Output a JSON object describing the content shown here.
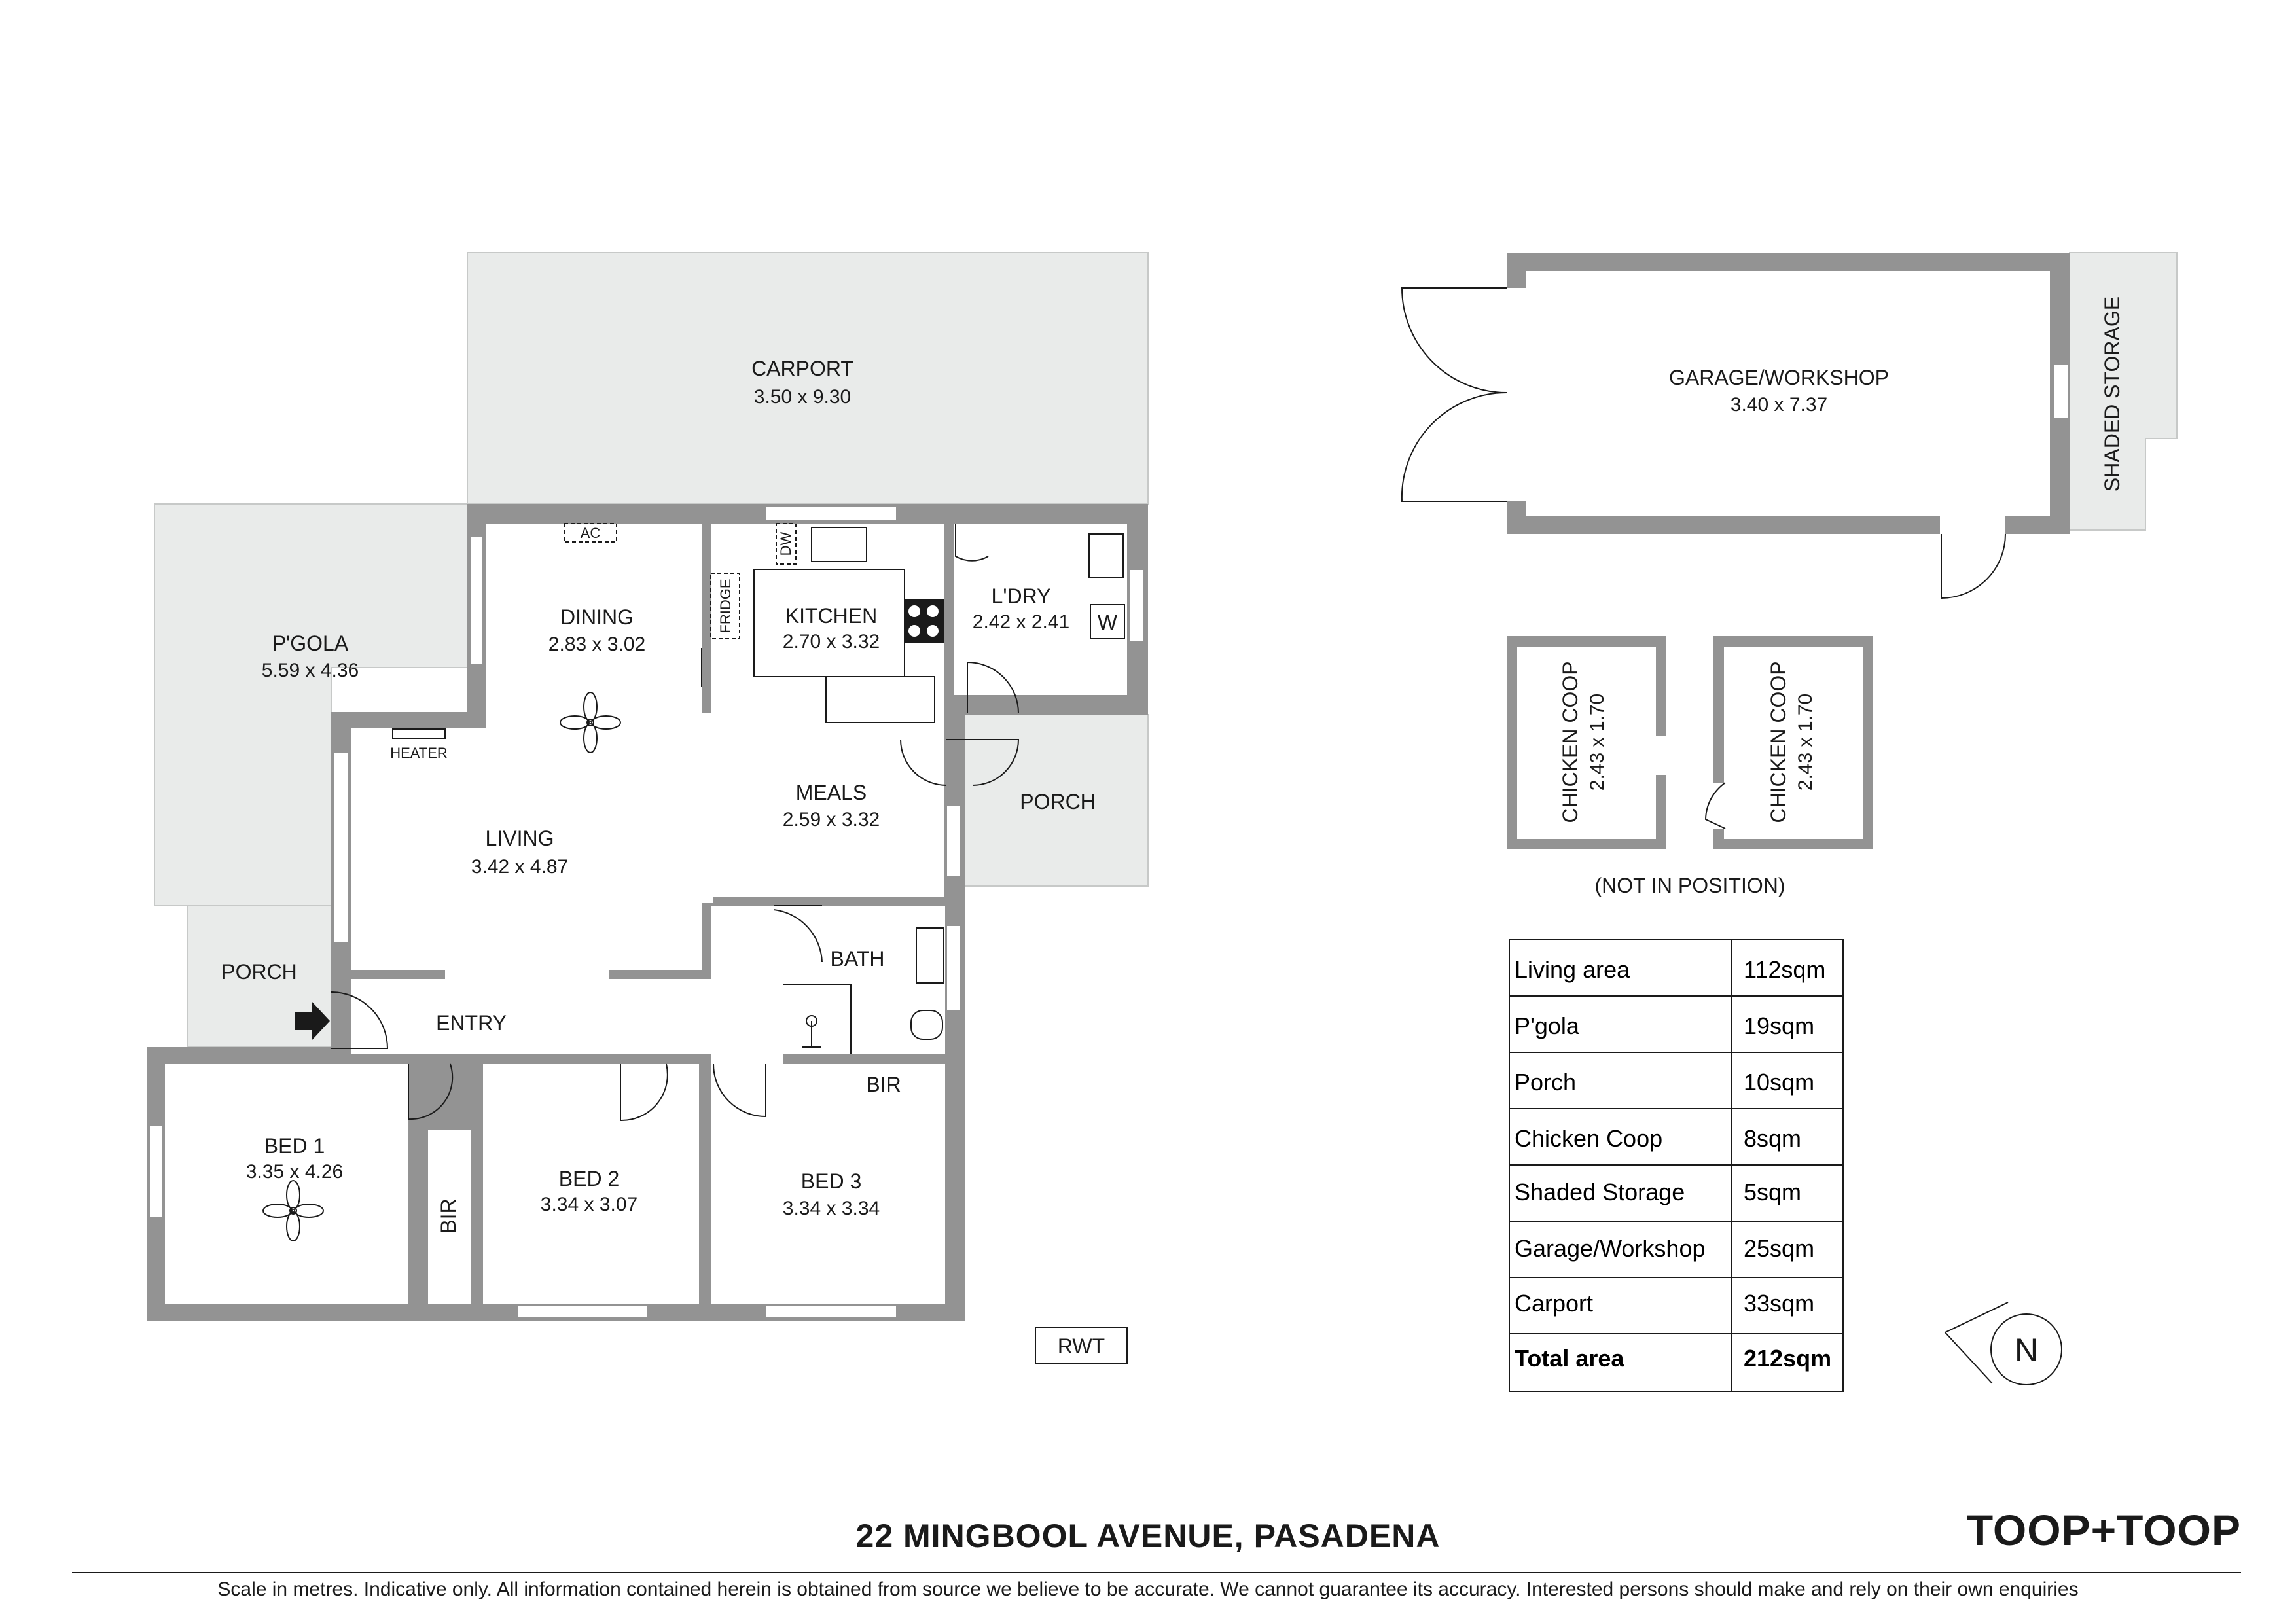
{
  "rooms": {
    "carport": {
      "name": "CARPORT",
      "dims": "3.50 x 9.30"
    },
    "pgola": {
      "name": "P'GOLA",
      "dims": "5.59 x 4.36"
    },
    "dining": {
      "name": "DINING",
      "dims": "2.83 x 3.02"
    },
    "kitchen": {
      "name": "KITCHEN",
      "dims": "2.70 x 3.32"
    },
    "laundry": {
      "name": "L'DRY",
      "dims": "2.42 x 2.41"
    },
    "living": {
      "name": "LIVING",
      "dims": "3.42 x 4.87"
    },
    "meals": {
      "name": "MEALS",
      "dims": "2.59 x 3.32"
    },
    "porch_east": {
      "name": "PORCH"
    },
    "porch_west": {
      "name": "PORCH"
    },
    "entry": {
      "name": "ENTRY"
    },
    "bath": {
      "name": "BATH"
    },
    "bed1": {
      "name": "BED 1",
      "dims": "3.35 x 4.26"
    },
    "bed2": {
      "name": "BED 2",
      "dims": "3.34 x 3.07"
    },
    "bed3": {
      "name": "BED 3",
      "dims": "3.34 x 3.34"
    },
    "bir_bed1": {
      "name": "BIR"
    },
    "bir_bed3": {
      "name": "BIR"
    },
    "garage": {
      "name": "GARAGE/WORKSHOP",
      "dims": "3.40 x 7.37"
    },
    "shaded_storage": {
      "name": "SHADED STORAGE"
    },
    "coop1": {
      "name": "CHICKEN COOP",
      "dims": "2.43 x 1.70"
    },
    "coop2": {
      "name": "CHICKEN COOP",
      "dims": "2.43 x 1.70"
    }
  },
  "fixtures": {
    "ac": "AC",
    "dw": "DW",
    "fridge": "FRIDGE",
    "washer": "W",
    "heater": "HEATER",
    "rwt": "RWT"
  },
  "not_in_position": "(NOT IN POSITION)",
  "compass": "N",
  "area_table": [
    {
      "label": "Living area",
      "value": "112sqm"
    },
    {
      "label": "P'gola",
      "value": "19sqm"
    },
    {
      "label": "Porch",
      "value": "10sqm"
    },
    {
      "label": "Chicken Coop",
      "value": "8sqm"
    },
    {
      "label": "Shaded Storage",
      "value": "5sqm"
    },
    {
      "label": "Garage/Workshop",
      "value": "25sqm"
    },
    {
      "label": "Carport",
      "value": "33sqm"
    },
    {
      "label": "Total area",
      "value": "212sqm"
    }
  ],
  "address": "22 MINGBOOL AVENUE, PASADENA",
  "brand": "TOOP+TOOP",
  "disclaimer": "Scale in metres. Indicative only. All information contained herein is obtained from source we believe to be accurate. We cannot guarantee its accuracy. Interested persons should make and rely on their own enquiries"
}
